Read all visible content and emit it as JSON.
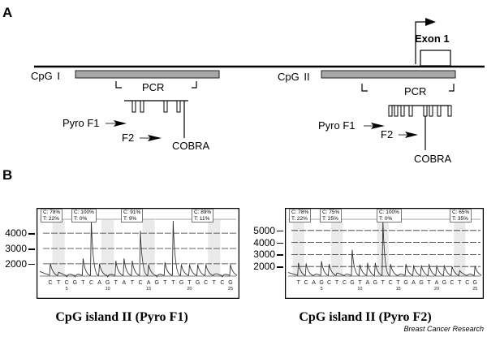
{
  "panel_a": {
    "label": "A",
    "exon": {
      "label": "Exon 1"
    },
    "islands": [
      {
        "name": "CpG I",
        "prefix": "CpG",
        "numeral": "I",
        "pcr_label": "PCR",
        "pyro_f1": "Pyro F1",
        "f2": "F2",
        "cobra": "COBRA",
        "cpg_sites": 4
      },
      {
        "name": "CpG II",
        "prefix": "CpG",
        "numeral": "II",
        "pcr_label": "PCR",
        "pyro_f1": "Pyro F1",
        "f2": "F2",
        "cobra": "COBRA",
        "cpg_sites": 8
      }
    ]
  },
  "panel_b": {
    "label": "B",
    "credit": "Breast Cancer Research"
  },
  "chart_data": [
    {
      "type": "line",
      "title": "CpG island II (Pyro F1)",
      "xlabel": "",
      "ylabel": "",
      "ylim": [
        1200,
        4800
      ],
      "yticks": [
        2000,
        3000,
        4000
      ],
      "grid": true,
      "dispensation_order": [
        "C",
        "T",
        "C",
        "G",
        "T",
        "C",
        "A",
        "G",
        "T",
        "A",
        "T",
        "C",
        "A",
        "G",
        "T",
        "T",
        "G",
        "T",
        "G",
        "C",
        "T",
        "C",
        "G"
      ],
      "x_number_labels": [
        {
          "pos": 2,
          "label": "5"
        },
        {
          "pos": 7,
          "label": "10"
        },
        {
          "pos": 12,
          "label": "15"
        },
        {
          "pos": 17,
          "label": "20"
        },
        {
          "pos": 22,
          "label": "25"
        }
      ],
      "peak_heights": [
        2050,
        1450,
        1150,
        1150,
        2350,
        4850,
        2000,
        1150,
        2200,
        2350,
        2200,
        4150,
        1950,
        1150,
        2100,
        4800,
        1950,
        1950,
        1950,
        1950,
        1300,
        1150,
        1950
      ],
      "methylation_annotations": [
        {
          "C": "C: 78%",
          "T": "T: 22%"
        },
        {
          "C": "C: 100%",
          "T": "T: 0%"
        },
        {
          "C": "C: 91%",
          "T": "T: 9%"
        },
        {
          "C": "C: 89%",
          "T": "T: 11%"
        }
      ]
    },
    {
      "type": "line",
      "title": "CpG island II (Pyro F2)",
      "xlabel": "",
      "ylabel": "",
      "ylim": [
        1200,
        5800
      ],
      "yticks": [
        2000,
        3000,
        4000,
        5000
      ],
      "grid": true,
      "dispensation_order": [
        "T",
        "C",
        "A",
        "G",
        "C",
        "T",
        "C",
        "G",
        "T",
        "A",
        "G",
        "T",
        "C",
        "T",
        "G",
        "A",
        "G",
        "T",
        "A",
        "G",
        "C",
        "T",
        "C",
        "G"
      ],
      "x_number_labels": [
        {
          "pos": 3,
          "label": "5"
        },
        {
          "pos": 8,
          "label": "10"
        },
        {
          "pos": 13,
          "label": "15"
        },
        {
          "pos": 18,
          "label": "20"
        },
        {
          "pos": 23,
          "label": "25"
        }
      ],
      "peak_heights": [
        2300,
        2250,
        1250,
        2450,
        2200,
        1450,
        1250,
        3400,
        2150,
        2300,
        2300,
        5800,
        2200,
        1250,
        2200,
        2100,
        2100,
        2200,
        2100,
        2100,
        2000,
        1650,
        1250,
        2050
      ],
      "methylation_annotations": [
        {
          "C": "C: 78%",
          "T": "T: 22%"
        },
        {
          "C": "C: 75%",
          "T": "T: 25%"
        },
        {
          "C": "C: 100%",
          "T": "T: 0%"
        },
        {
          "C": "C: 65%",
          "T": "T: 35%"
        }
      ]
    }
  ]
}
